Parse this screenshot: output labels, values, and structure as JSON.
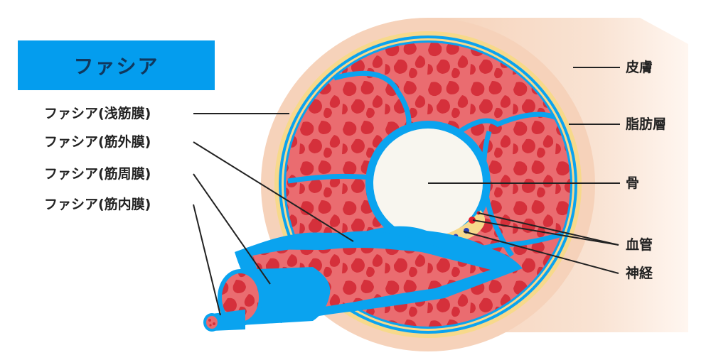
{
  "title": "ファシア",
  "left_labels": [
    {
      "text": "ファシア(浅筋膜)"
    },
    {
      "text": "ファシア(筋外膜)"
    },
    {
      "text": "ファシア(筋周膜)"
    },
    {
      "text": "ファシア(筋内膜)"
    }
  ],
  "right_labels": [
    {
      "text": "皮膚"
    },
    {
      "text": "脂肪層"
    },
    {
      "text": "骨"
    },
    {
      "text": "血管"
    },
    {
      "text": "神経"
    }
  ],
  "colors": {
    "title_bg": "#049dee",
    "title_text": "#10385e",
    "fascia": "#0aa3ef",
    "muscle": "#e96a6e",
    "muscle_fiber": "#d7323d",
    "bone": "#f8f6ef",
    "fat": "#f7d98b",
    "skin": "#f7dcc8"
  }
}
